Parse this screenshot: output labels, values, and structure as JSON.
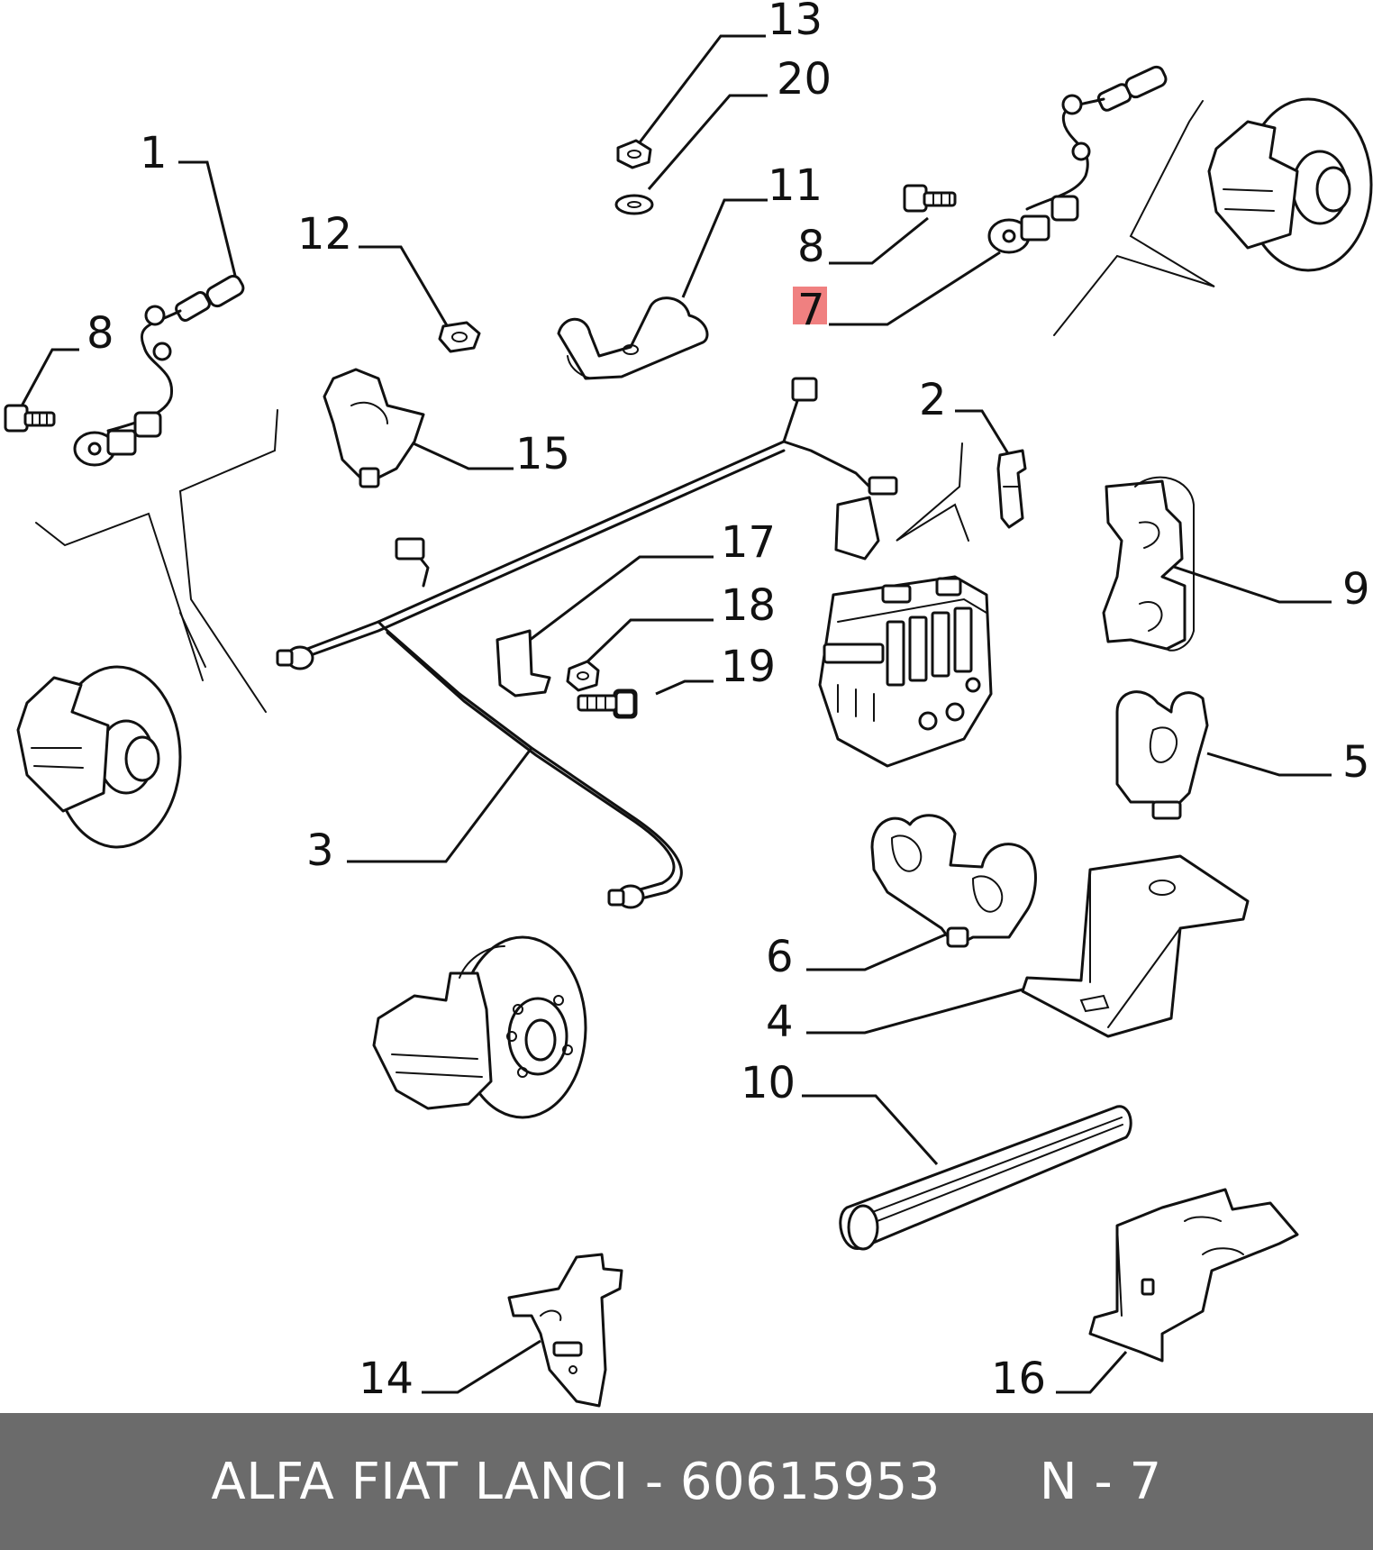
{
  "diagram": {
    "callouts": [
      {
        "id": "c1",
        "label": "1"
      },
      {
        "id": "c2",
        "label": "2"
      },
      {
        "id": "c3",
        "label": "3"
      },
      {
        "id": "c4",
        "label": "4"
      },
      {
        "id": "c5",
        "label": "5"
      },
      {
        "id": "c6",
        "label": "6"
      },
      {
        "id": "c7",
        "label": "7",
        "highlighted": true
      },
      {
        "id": "c8a",
        "label": "8"
      },
      {
        "id": "c8b",
        "label": "8"
      },
      {
        "id": "c9",
        "label": "9"
      },
      {
        "id": "c10",
        "label": "10"
      },
      {
        "id": "c11",
        "label": "11"
      },
      {
        "id": "c12",
        "label": "12"
      },
      {
        "id": "c13",
        "label": "13"
      },
      {
        "id": "c14",
        "label": "14"
      },
      {
        "id": "c15",
        "label": "15"
      },
      {
        "id": "c16",
        "label": "16"
      },
      {
        "id": "c17",
        "label": "17"
      },
      {
        "id": "c18",
        "label": "18"
      },
      {
        "id": "c19",
        "label": "19"
      },
      {
        "id": "c20",
        "label": "20"
      }
    ],
    "highlight_color": "#f08080"
  },
  "footer": {
    "brand": "ALFA FIAT LANCI",
    "separator": " - ",
    "part_number": "60615953",
    "page_ref": "N - 7",
    "background": "#6b6b6b",
    "text_color": "#ffffff"
  }
}
